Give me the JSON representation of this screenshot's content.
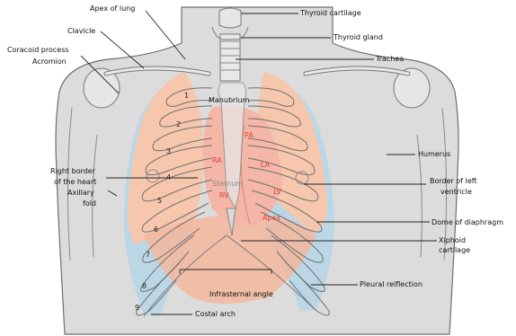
{
  "labels": {
    "apex_of_lung": "Apex of lung",
    "clavicle": "Clavicle",
    "coracoid_process": "Coracoid process",
    "acromion": "Acromion",
    "right_border_heart_1": "Right border",
    "right_border_heart_2": "of the heart",
    "axillary_fold_1": "Axillary",
    "axillary_fold_2": "fold",
    "thyroid_cartilage": "Thyroid cartilage",
    "thyroid_gland": "Thyroid gland",
    "trachea": "Trachea",
    "humerus": "Humerus",
    "border_left_ventricle_1": "Border of left",
    "border_left_ventricle_2": "ventricle",
    "dome_of_diaphragm": "Dome of diaphragm",
    "xiphoid_1": "Xiphoid",
    "xiphoid_2": "cartilage",
    "pleural_reflection": "Pleural relflection",
    "infrasternal_angle": "Infrasternal angle",
    "costal_arch": "Costal arch",
    "manubrium": "Manubrium",
    "sternum": "Sternum"
  },
  "heart_labels": {
    "pa": "PA",
    "ra": "RA",
    "la": "LA",
    "lv": "LV",
    "rv": "RV",
    "apex": "Apex"
  },
  "ribs": [
    "1",
    "2",
    "3",
    "4",
    "5",
    "6",
    "7",
    "8",
    "9"
  ],
  "colors": {
    "skin": "#dcdcdc",
    "outline": "#6e6e6e",
    "lung": "#f6c7ad",
    "pleura": "#b7d6e6",
    "heart": "#f4b6a6",
    "heart_text": "#e0403a"
  }
}
